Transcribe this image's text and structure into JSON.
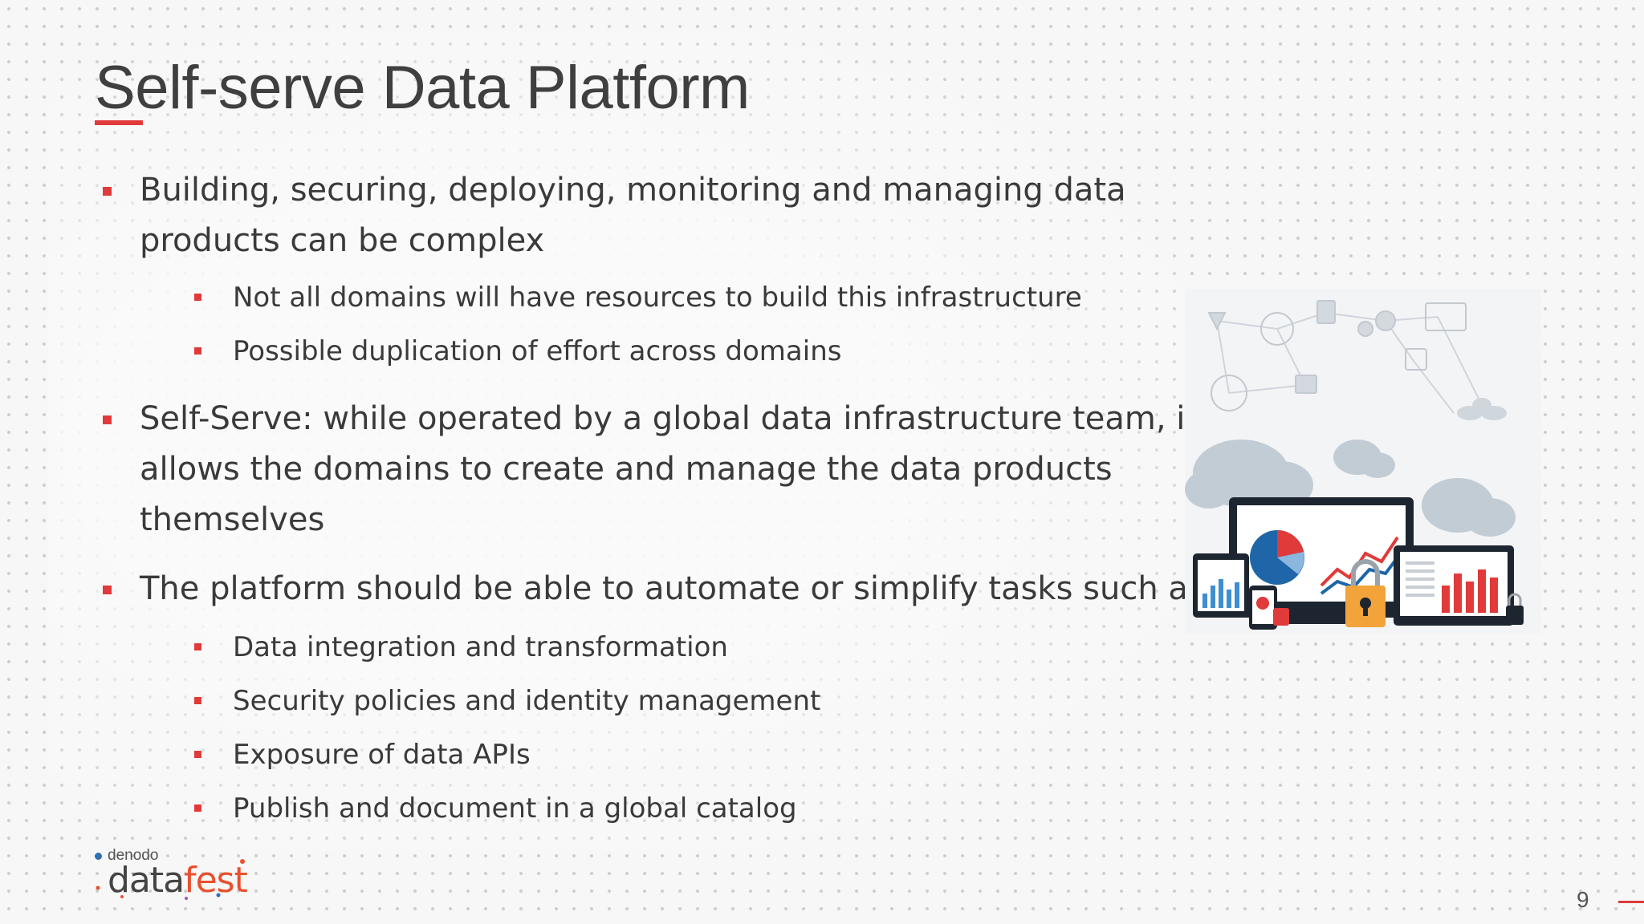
{
  "slide": {
    "title": "Self-serve Data Platform",
    "accent_color": "#e03a3a",
    "bullets": [
      {
        "level": 1,
        "lines": [
          "Building, securing, deploying, monitoring and managing data",
          "products can be complex"
        ]
      },
      {
        "level": 2,
        "lines": [
          "Not all domains will have resources to build this infrastructure"
        ]
      },
      {
        "level": 2,
        "lines": [
          "Possible duplication of effort across domains"
        ]
      },
      {
        "level": 1,
        "lines": [
          "Self-Serve: while operated by a global data infrastructure team, it",
          "allows the domains to create and manage the data products",
          "themselves"
        ]
      },
      {
        "level": 1,
        "lines": [
          "The platform should be able to automate or simplify tasks such as:"
        ]
      },
      {
        "level": 2,
        "lines": [
          "Data integration and transformation"
        ]
      },
      {
        "level": 2,
        "lines": [
          "Security policies and identity management"
        ]
      },
      {
        "level": 2,
        "lines": [
          "Exposure of data APIs"
        ]
      },
      {
        "level": 2,
        "lines": [
          "Publish  and document in a global catalog"
        ]
      }
    ],
    "page_number": "9"
  },
  "logo": {
    "brand_small": "denodo",
    "brand_main_a": "data",
    "brand_main_b": "fest",
    "brand_color": "#e8502e"
  },
  "illustration": {
    "icon": "cloud-devices-dashboard-illustration"
  }
}
